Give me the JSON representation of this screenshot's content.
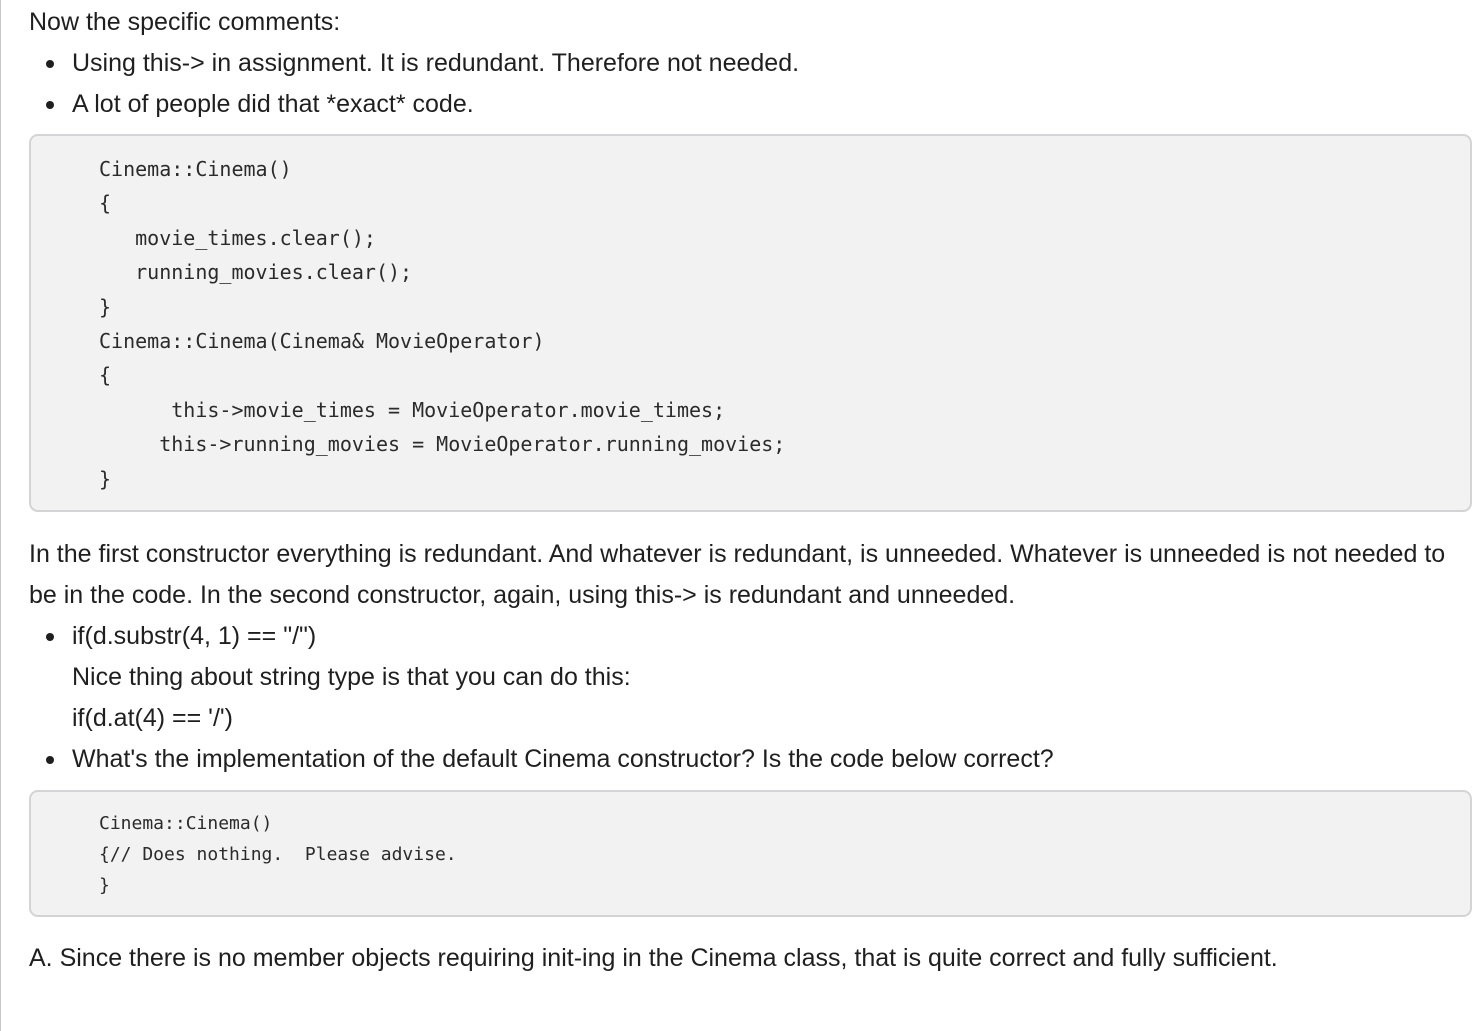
{
  "intro": "Now the specific comments:",
  "bullets_1": [
    "Using this-> in assignment. It is redundant. Therefore not needed.",
    "A lot of people did that *exact* code."
  ],
  "code_1": [
    "Cinema::Cinema()",
    "{",
    "   movie_times.clear();",
    "   running_movies.clear();",
    "}",
    "Cinema::Cinema(Cinema& MovieOperator)",
    "{",
    "      this->movie_times = MovieOperator.movie_times;",
    "     this->running_movies = MovieOperator.running_movies;",
    "}"
  ],
  "paragraph_2": "In the first constructor everything is redundant. And whatever is redundant, is unneeded. Whatever is unneeded is not needed to be in the code. In the second constructor, again, using this-> is redundant and unneeded.",
  "bullets_2": {
    "item_1": {
      "line_1": "if(d.substr(4, 1) == \"/\")",
      "line_2": "Nice thing about string type is that you can do this:",
      "line_3": "if(d.at(4) == '/')"
    },
    "item_2": "What's the implementation of the default Cinema constructor? Is the code below correct?"
  },
  "code_2": [
    "Cinema::Cinema()",
    "{// Does nothing.  Please advise.",
    "}"
  ],
  "paragraph_3": "A. Since there is no member objects requiring init-ing in the Cinema class, that is quite correct and fully sufficient."
}
